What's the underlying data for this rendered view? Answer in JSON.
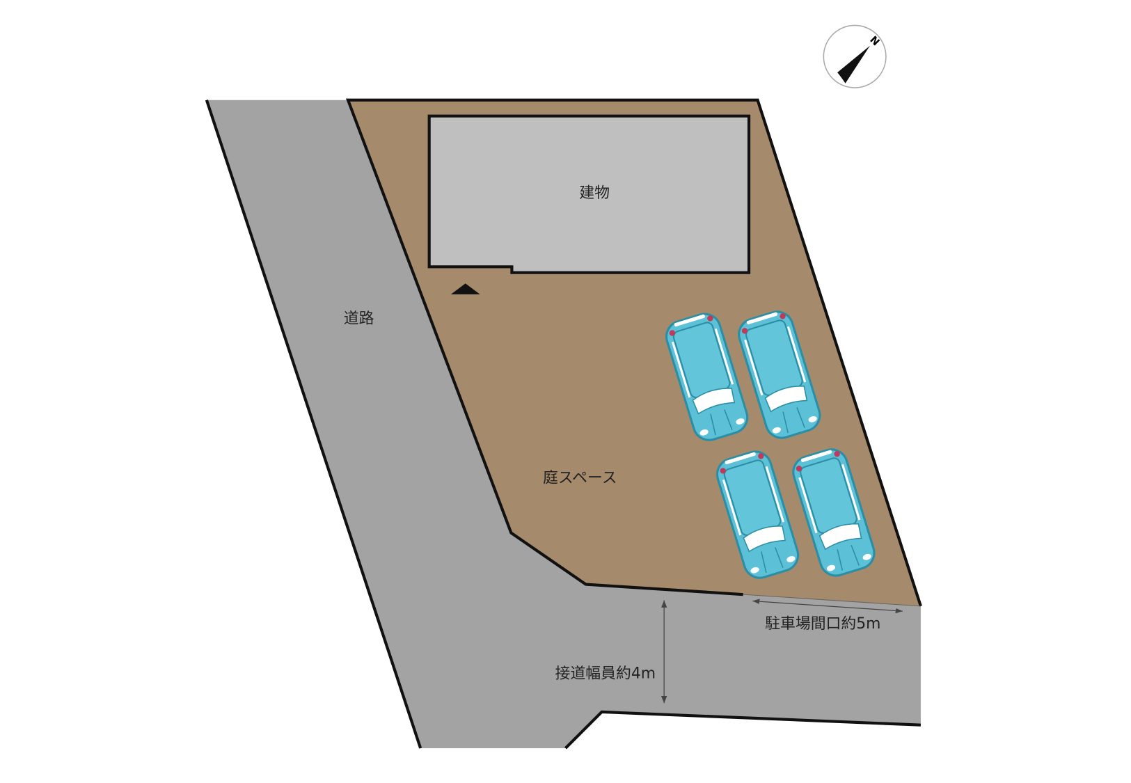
{
  "labels": {
    "building": "建物",
    "road": "道路",
    "garden": "庭スペース",
    "parking_frontage": "駐車場間口約5m",
    "road_width": "接道幅員約4m"
  },
  "compass": {
    "north": "N"
  },
  "colors": {
    "road": "#a3a3a3",
    "lot": "#a58a6b",
    "building": "#bfbfbf",
    "car": "#5cc0d6",
    "outline": "#111111"
  },
  "cars": [
    {
      "id": "car-1"
    },
    {
      "id": "car-2"
    },
    {
      "id": "car-3"
    },
    {
      "id": "car-4"
    }
  ]
}
